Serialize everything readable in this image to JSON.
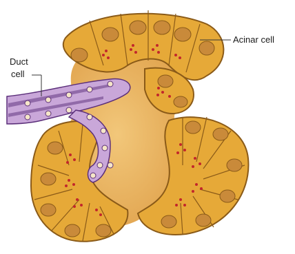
{
  "labels": {
    "acinar_cell": "Acinar cell",
    "duct_cell_line1": "Duct",
    "duct_cell_line2": "cell"
  },
  "colors": {
    "lumen": "#e8b65c",
    "cell_fill": "#e6a938",
    "cell_border": "#8a5a18",
    "nucleus": "#c98a3a",
    "granule": "#c2262b",
    "duct_fill": "#c9a7d9",
    "duct_border": "#5b2f7a",
    "duct_nucleus": "#f5e6c8",
    "leader_line": "#333333"
  }
}
